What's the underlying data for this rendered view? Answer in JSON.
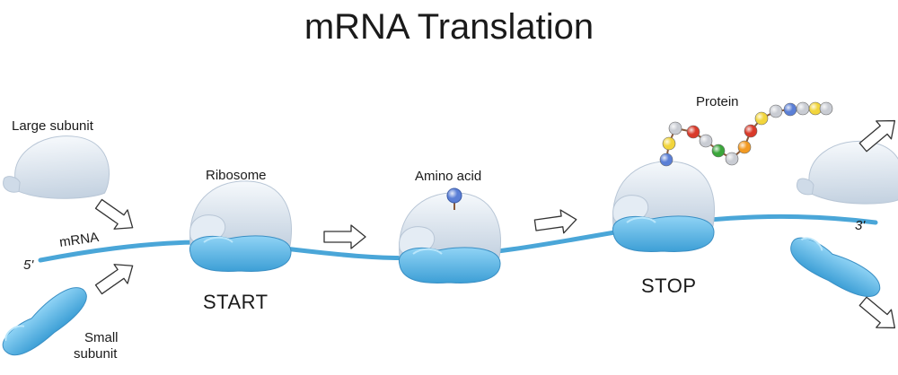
{
  "title": "mRNA Translation",
  "labels": {
    "large_subunit": "Large subunit",
    "mrna": "mRNA",
    "five_prime": "5'",
    "three_prime": "3'",
    "small_subunit_line1": "Small",
    "small_subunit_line2": "subunit",
    "ribosome": "Ribosome",
    "start": "START",
    "amino_acid": "Amino acid",
    "protein": "Protein",
    "stop": "STOP"
  },
  "colors": {
    "large_subunit": "#dfe8f2",
    "small_subunit": "#5fb8e8",
    "mrna": "#4aa6d8",
    "arrow_outline": "#333333"
  },
  "protein_beads": [
    "#5b7fd6",
    "#f2d53c",
    "#c9ccd3",
    "#d93a2a",
    "#c9ccd3",
    "#3aa63a",
    "#c9ccd3",
    "#f29a22",
    "#d93a2a",
    "#f2d53c",
    "#c9ccd3",
    "#5b7fd6",
    "#c9ccd3",
    "#f2d53c",
    "#c9ccd3",
    "#5b7fd6"
  ]
}
